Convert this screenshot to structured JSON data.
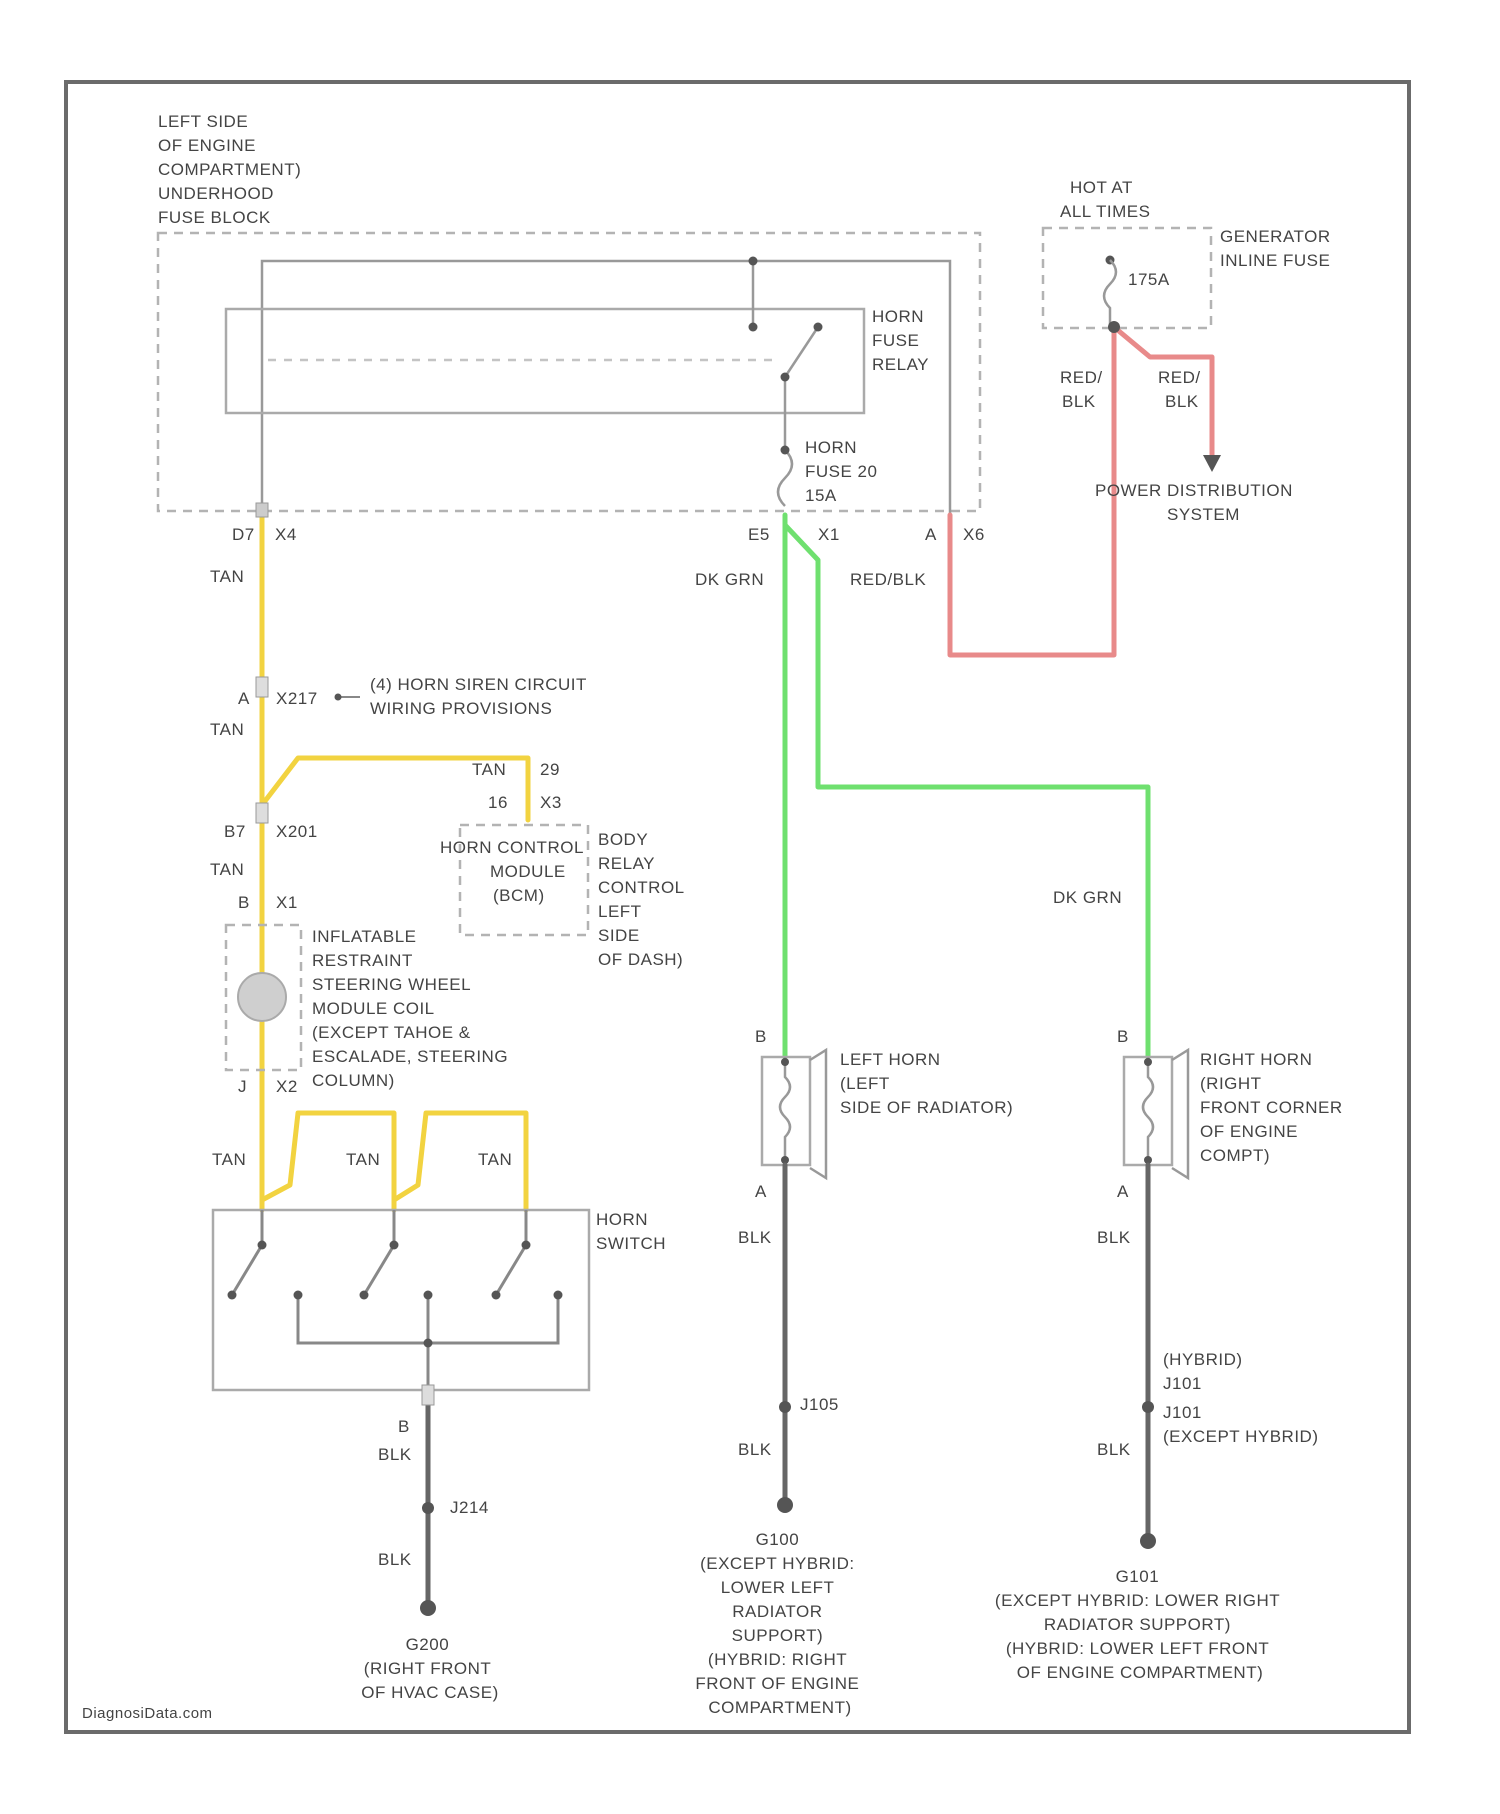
{
  "colors": {
    "tan": "#f2d340",
    "dk_grn": "#6fe06f",
    "red_blk": "#e88a8a",
    "gray": "#9a9a9a",
    "ground": "#666666"
  },
  "fuse_block": {
    "label": [
      "LEFT SIDE",
      "OF ENGINE",
      "COMPARTMENT)",
      "UNDERHOOD",
      "FUSE BLOCK"
    ]
  },
  "horn_relay": {
    "label": [
      "HORN",
      "FUSE",
      "RELAY"
    ]
  },
  "horn_fuse": {
    "label": [
      "HORN",
      "FUSE 20",
      "15A"
    ]
  },
  "hot_at_all_times": {
    "label": [
      "HOT AT",
      "ALL TIMES"
    ]
  },
  "generator_fuse": {
    "label": [
      "GENERATOR",
      "INLINE FUSE"
    ],
    "rating": "175A"
  },
  "power_distribution": {
    "label": [
      "POWER DISTRIBUTION",
      "SYSTEM"
    ]
  },
  "connectors": {
    "c1_left": "D7",
    "x4": "X4",
    "e5": "E5",
    "x1_mid": "X1",
    "a_right": "A",
    "x6": "X6",
    "a_x217": "A",
    "x217": "X217",
    "b7": "B7",
    "x201": "X201",
    "b_x1": "B",
    "x1_airbag": "X1",
    "j_x2": "J",
    "x2": "X2",
    "pin_29": "29",
    "pin_16": "16",
    "pin_x3": "X3",
    "b_horn_switch": "B",
    "b_left_horn": "B",
    "a_left_horn": "A",
    "b_right_horn": "B",
    "a_right_horn": "A"
  },
  "wire_labels": {
    "tan_1": "TAN",
    "tan_2": "TAN",
    "tan_3": "TAN",
    "tan_4": "TAN",
    "tan_bcm": "TAN",
    "tan_sw1": "TAN",
    "tan_sw2": "TAN",
    "tan_sw3": "TAN",
    "dk_grn_left": "DK GRN",
    "dk_grn_right": "DK GRN",
    "red_blk_main": "RED/BLK",
    "red_blk_a": [
      "RED/",
      "BLK"
    ],
    "red_blk_b": [
      "RED/",
      "BLK"
    ],
    "blk_switch_1": "BLK",
    "blk_switch_2": "BLK",
    "blk_left_1": "BLK",
    "blk_left_2": "BLK",
    "blk_right_1": "BLK",
    "blk_right_2": "BLK"
  },
  "x217_note": [
    "(4) HORN SIREN CIRCUIT",
    "WIRING PROVISIONS"
  ],
  "bcm": {
    "label": [
      "HORN CONTROL",
      "MODULE",
      "(BCM)"
    ],
    "side_label": [
      "BODY",
      "RELAY",
      "CONTROL",
      "LEFT",
      "SIDE",
      "OF DASH)"
    ]
  },
  "airbag_coil": {
    "label": [
      "INFLATABLE",
      "RESTRAINT",
      "STEERING WHEEL",
      "MODULE COIL",
      "(EXCEPT TAHOE &",
      "ESCALADE, STEERING",
      "COLUMN)"
    ]
  },
  "horn_switch": {
    "label": [
      "HORN",
      "SWITCH"
    ]
  },
  "left_horn": {
    "label": [
      "LEFT HORN",
      "(LEFT",
      "SIDE OF RADIATOR)"
    ]
  },
  "right_horn": {
    "label": [
      "RIGHT HORN",
      "(RIGHT",
      "FRONT CORNER",
      "OF ENGINE",
      "COMPT)"
    ]
  },
  "splices": {
    "j214": "J214",
    "j105": "J105",
    "j101_hybrid": [
      "(HYBRID)",
      "J101"
    ],
    "j101_except": [
      "J101",
      "(EXCEPT HYBRID)"
    ]
  },
  "grounds": {
    "g200": [
      "G200",
      "(RIGHT FRONT",
      "OF HVAC CASE)"
    ],
    "g100": [
      "G100",
      "(EXCEPT HYBRID:",
      "LOWER LEFT",
      "RADIATOR",
      "SUPPORT)",
      "(HYBRID: RIGHT",
      "FRONT OF ENGINE",
      "COMPARTMENT)"
    ],
    "g101": [
      "G101",
      "(EXCEPT HYBRID: LOWER RIGHT",
      "RADIATOR SUPPORT)",
      "(HYBRID: LOWER LEFT FRONT",
      "OF ENGINE COMPARTMENT)"
    ]
  },
  "watermark": "DiagnosiData.com"
}
